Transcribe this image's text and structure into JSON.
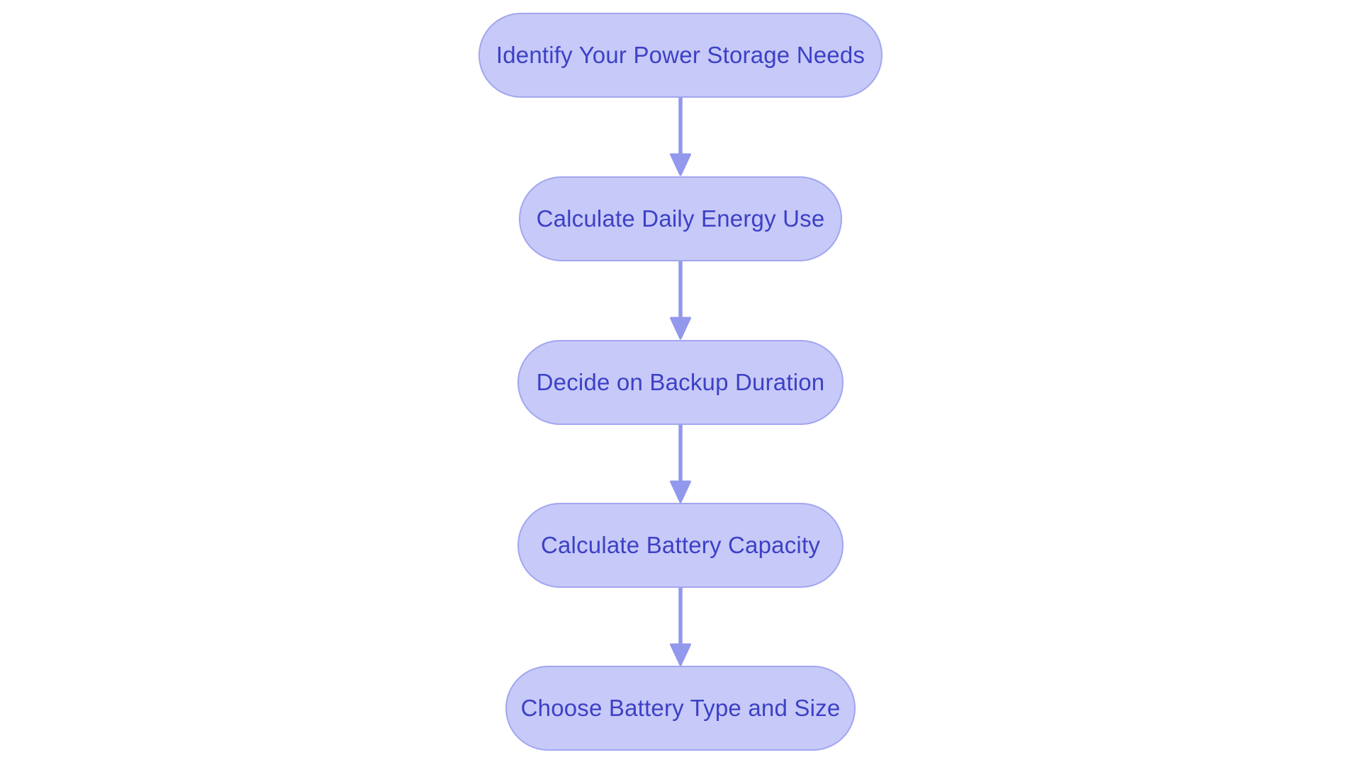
{
  "flowchart": {
    "type": "flowchart-vertical",
    "nodes": [
      {
        "label": "Identify Your Power Storage Needs"
      },
      {
        "label": "Calculate Daily Energy Use"
      },
      {
        "label": "Decide on Backup Duration"
      },
      {
        "label": "Calculate Battery Capacity"
      },
      {
        "label": "Choose Battery Type and Size"
      }
    ],
    "edges": [
      {
        "from": 0,
        "to": 1
      },
      {
        "from": 1,
        "to": 2
      },
      {
        "from": 2,
        "to": 3
      },
      {
        "from": 3,
        "to": 4
      }
    ],
    "colors": {
      "background": "#ffffff",
      "node_fill": "#c7c9f8",
      "node_border": "#a2a6ef",
      "node_text": "#3c41c5",
      "arrow": "#9298ec"
    }
  }
}
